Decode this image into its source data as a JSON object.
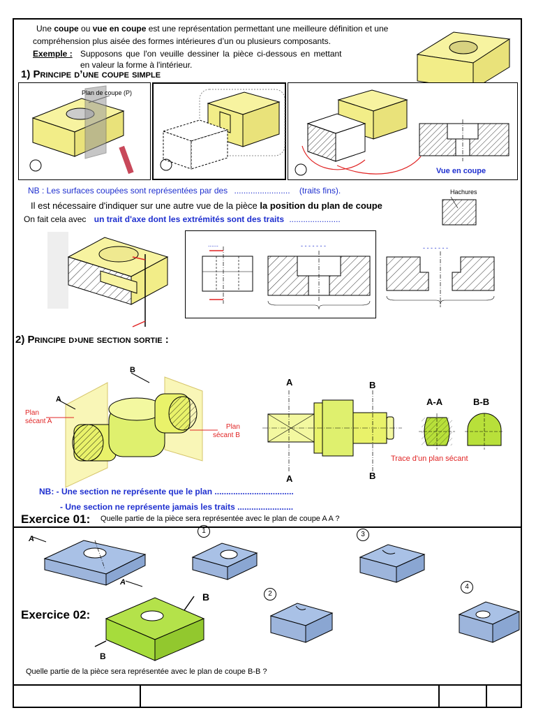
{
  "intro": {
    "line1_a": "Une ",
    "line1_b": "coupe",
    "line1_c": " ou ",
    "line1_d": "vue en coupe",
    "line1_e": " est une représentation permettant une meilleure définition et une",
    "line2": "compréhension plus aisée des formes intérieures d’un ou plusieurs composants.",
    "example_label": "Exemple :",
    "example_text1": "Supposons que l'on veuille dessiner la pièce ci-dessous en mettant",
    "example_text2": "en valeur la forme à l'intérieur."
  },
  "section1": {
    "title": "1) Principe d’une coupe simple",
    "plan_label": "Plan de coupe (P)",
    "vue_label": "Vue en coupe",
    "nb_text": "NB : Les surfaces coupées sont représentées par des",
    "nb_dots": "........................",
    "nb_suffix": "(traits fins).",
    "hachures_label": "Hachures",
    "line_a": "Il est nécessaire d'indiquer sur une autre vue de la pièce ",
    "line_a_bold": "la position du plan de coupe",
    "line_b": "On fait cela avec",
    "line_b_blue": "un trait d'axe dont les extrémités sont des traits",
    "line_b_dots": "......................",
    "blank_dots": "......",
    "blank_dots2": "- - - - - - -",
    "blank_dots3": "- - - - - - -"
  },
  "section2": {
    "title": "2) Principe d›une section sortie :",
    "plan_a": "Plan\nsécant A",
    "plan_a_l1": "Plan",
    "plan_a_l2": "sécant A",
    "plan_b_l1": "Plan",
    "plan_b_l2": "sécant B",
    "label_a": "A",
    "label_b": "B",
    "trace_label": "Trace d'un plan sécant",
    "aa_label": "A-A",
    "bb_label": "B-B",
    "nb1": "NB: - Une section ne représente que le plan",
    "nb1_dots": "..................................",
    "nb2": "- Une section ne représente jamais les traits",
    "nb2_dots": "........................"
  },
  "exercice1": {
    "title": "Exercice 01:",
    "question": "Quelle partie de la pièce sera représentée avec le plan de coupe A A ?",
    "opt1": "1",
    "opt3": "3",
    "label_a": "A"
  },
  "exercice2": {
    "title": "Exercice 02:",
    "question": "Quelle partie de la pièce sera représentée avec le plan de coupe B-B ?",
    "opt2": "2",
    "opt4": "4",
    "label_b": "B"
  },
  "colors": {
    "yellow": "#f7f3a0",
    "blue_part": "#9db5dc",
    "green_part": "#a6dc3c",
    "red": "#e02424",
    "text_blue": "#1e2fcf"
  }
}
